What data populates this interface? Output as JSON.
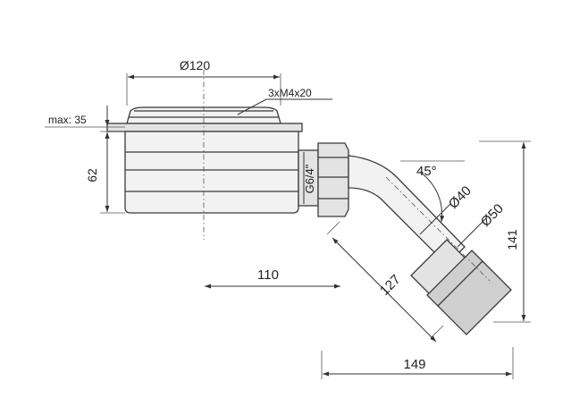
{
  "drawing": {
    "dimensions": {
      "cover_diameter": "Ø120",
      "screws": "3xM4x20",
      "max_height": "max: 35",
      "body_height": "62",
      "thread": "G6/4\"",
      "angle": "45°",
      "outlet_inner": "Ø40",
      "outlet_outer": "Ø50",
      "total_height": "141",
      "outlet_offset": "110",
      "pipe_length": "127",
      "total_width": "149"
    }
  }
}
